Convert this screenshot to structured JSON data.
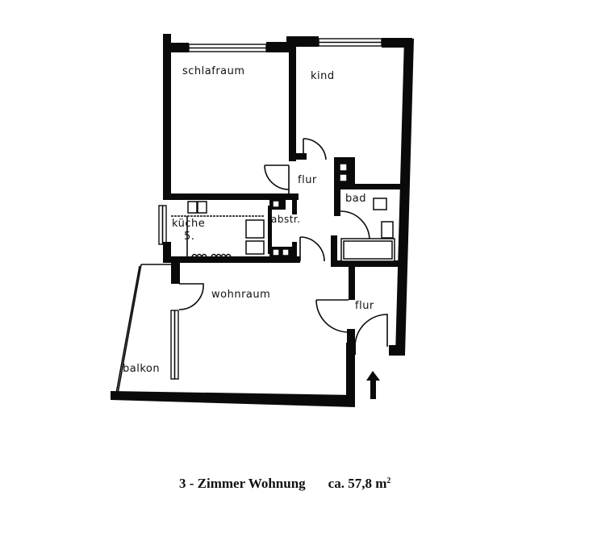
{
  "plan": {
    "rooms": {
      "schlafraum": "schlafraum",
      "kind": "kind",
      "flur_upper": "flur",
      "bad": "bad",
      "kueche": "küche",
      "kueche_note": "5.",
      "abstr": "abstr.",
      "wohnraum": "wohnraum",
      "flur_lower": "flur",
      "balkon": "balkon"
    },
    "icons": {
      "entrance": "entrance-arrow-up"
    }
  },
  "caption": {
    "title": "3 - Zimmer Wohnung",
    "area_prefix": "ca. 57,8 m",
    "area_sup": "2"
  },
  "colors": {
    "wall": "#0a0a0a",
    "background": "#ffffff"
  }
}
